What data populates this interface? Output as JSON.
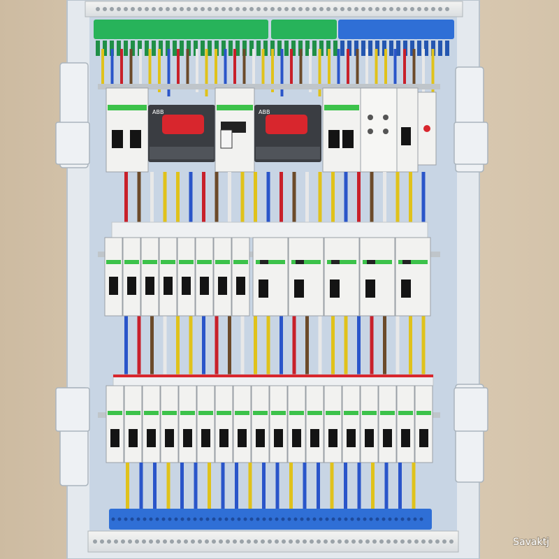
{
  "image": {
    "description_type": "photo",
    "watermark": "Savaktj",
    "brand_labels": [
      "ABB",
      "ABB"
    ],
    "colors": {
      "wall": "#d9cab3",
      "enclosure": "#dfe6ee",
      "backplate": "#c9d6e6",
      "terminal_green": "#27b35a",
      "terminal_blue": "#2f6fd6",
      "switch_red": "#d8262d",
      "breaker_body": "#f2f2f0",
      "breaker_green": "#3cc24a",
      "toggle_black": "#141414",
      "wire_red": "#c8202a",
      "wire_blue": "#2a55c9",
      "wire_yellow": "#e0c21b"
    }
  }
}
